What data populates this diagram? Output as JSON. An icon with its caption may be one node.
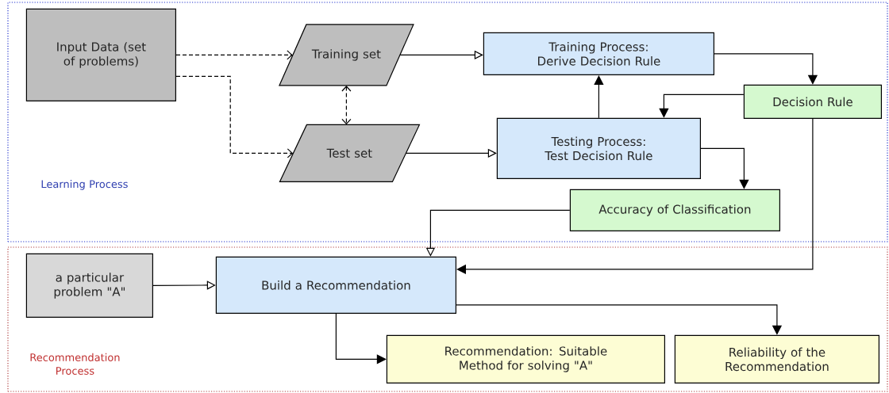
{
  "diagram": {
    "nodes": [
      {
        "text": [
          "Learning Process"
        ]
      },
      {
        "text": [
          "Input Data (set of problems)"
        ],
        "in": 0
      },
      {
        "text": [
          "Training set"
        ],
        "in": 0
      },
      {
        "text": [
          "Training Process: Derive Decision Rule"
        ],
        "in": 0
      },
      {
        "text": [
          "Decision Rule"
        ],
        "in": 0
      },
      {
        "text": [
          "Test set"
        ],
        "in": 0
      },
      {
        "text": [
          "Testing Process: Test Decision Rule"
        ],
        "in": 0
      },
      {
        "text": [
          "Accuracy of Classification"
        ],
        "in": 0
      },
      {
        "text": [
          "Recommendation Process"
        ]
      },
      {
        "text": [
          "a particular problem \"A\""
        ],
        "in": 8
      },
      {
        "text": [
          "Build a Recommendation"
        ],
        "in": 8
      },
      {
        "text": [
          "Recommendation: Suitable Method for solving \"A\""
        ],
        "in": 8
      },
      {
        "text": [
          "Reliability of the Recommendation"
        ],
        "in": 8
      }
    ],
    "edges": [
      {
        "from": 1,
        "to": 2,
        "arrow": "to",
        "style": "dashed"
      },
      {
        "from": 1,
        "to": 5,
        "arrow": "to",
        "style": "dashed"
      },
      {
        "from": 2,
        "to": 5,
        "arrow": "both",
        "style": "dashed"
      },
      {
        "from": 2,
        "to": 3,
        "arrow": "to"
      },
      {
        "from": 5,
        "to": 6,
        "arrow": "to"
      },
      {
        "from": 6,
        "to": 3,
        "arrow": "to"
      },
      {
        "from": 3,
        "to": 4,
        "arrow": "to"
      },
      {
        "from": 4,
        "to": 6,
        "arrow": "to"
      },
      {
        "from": 6,
        "to": 7,
        "arrow": "to"
      },
      {
        "from": 7,
        "to": 10,
        "arrow": "to"
      },
      {
        "from": 4,
        "to": 10,
        "arrow": "to"
      },
      {
        "from": 9,
        "to": 10,
        "arrow": "to"
      },
      {
        "from": 10,
        "to": 11,
        "arrow": "to"
      },
      {
        "from": 10,
        "to": 12,
        "arrow": "to"
      }
    ]
  }
}
